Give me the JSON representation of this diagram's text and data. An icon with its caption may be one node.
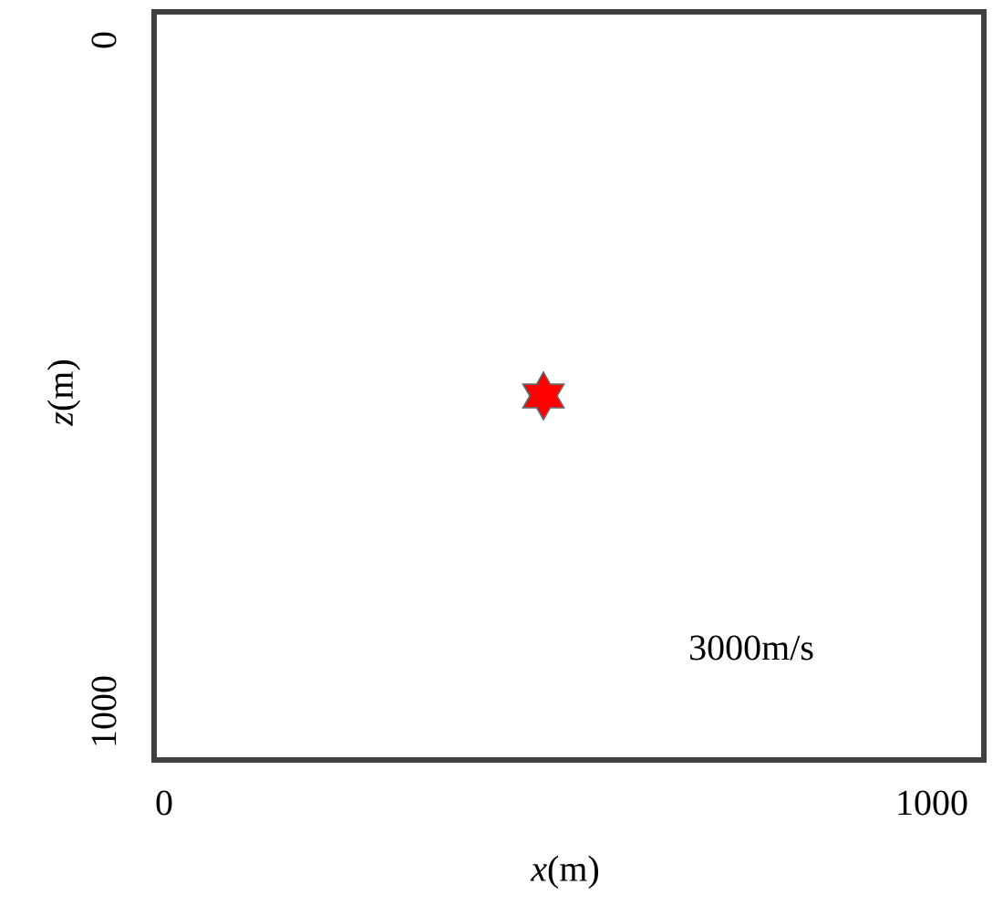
{
  "diagram": {
    "nodes": [
      {
        "text": [
          "3000m/s"
        ]
      },
      {
        "text": [],
        "shape": "star",
        "in": 0
      }
    ],
    "edges": [],
    "labels": [
      "0",
      "*z*(m)",
      "1000",
      "0",
      "1000",
      "*x*(m)"
    ]
  }
}
